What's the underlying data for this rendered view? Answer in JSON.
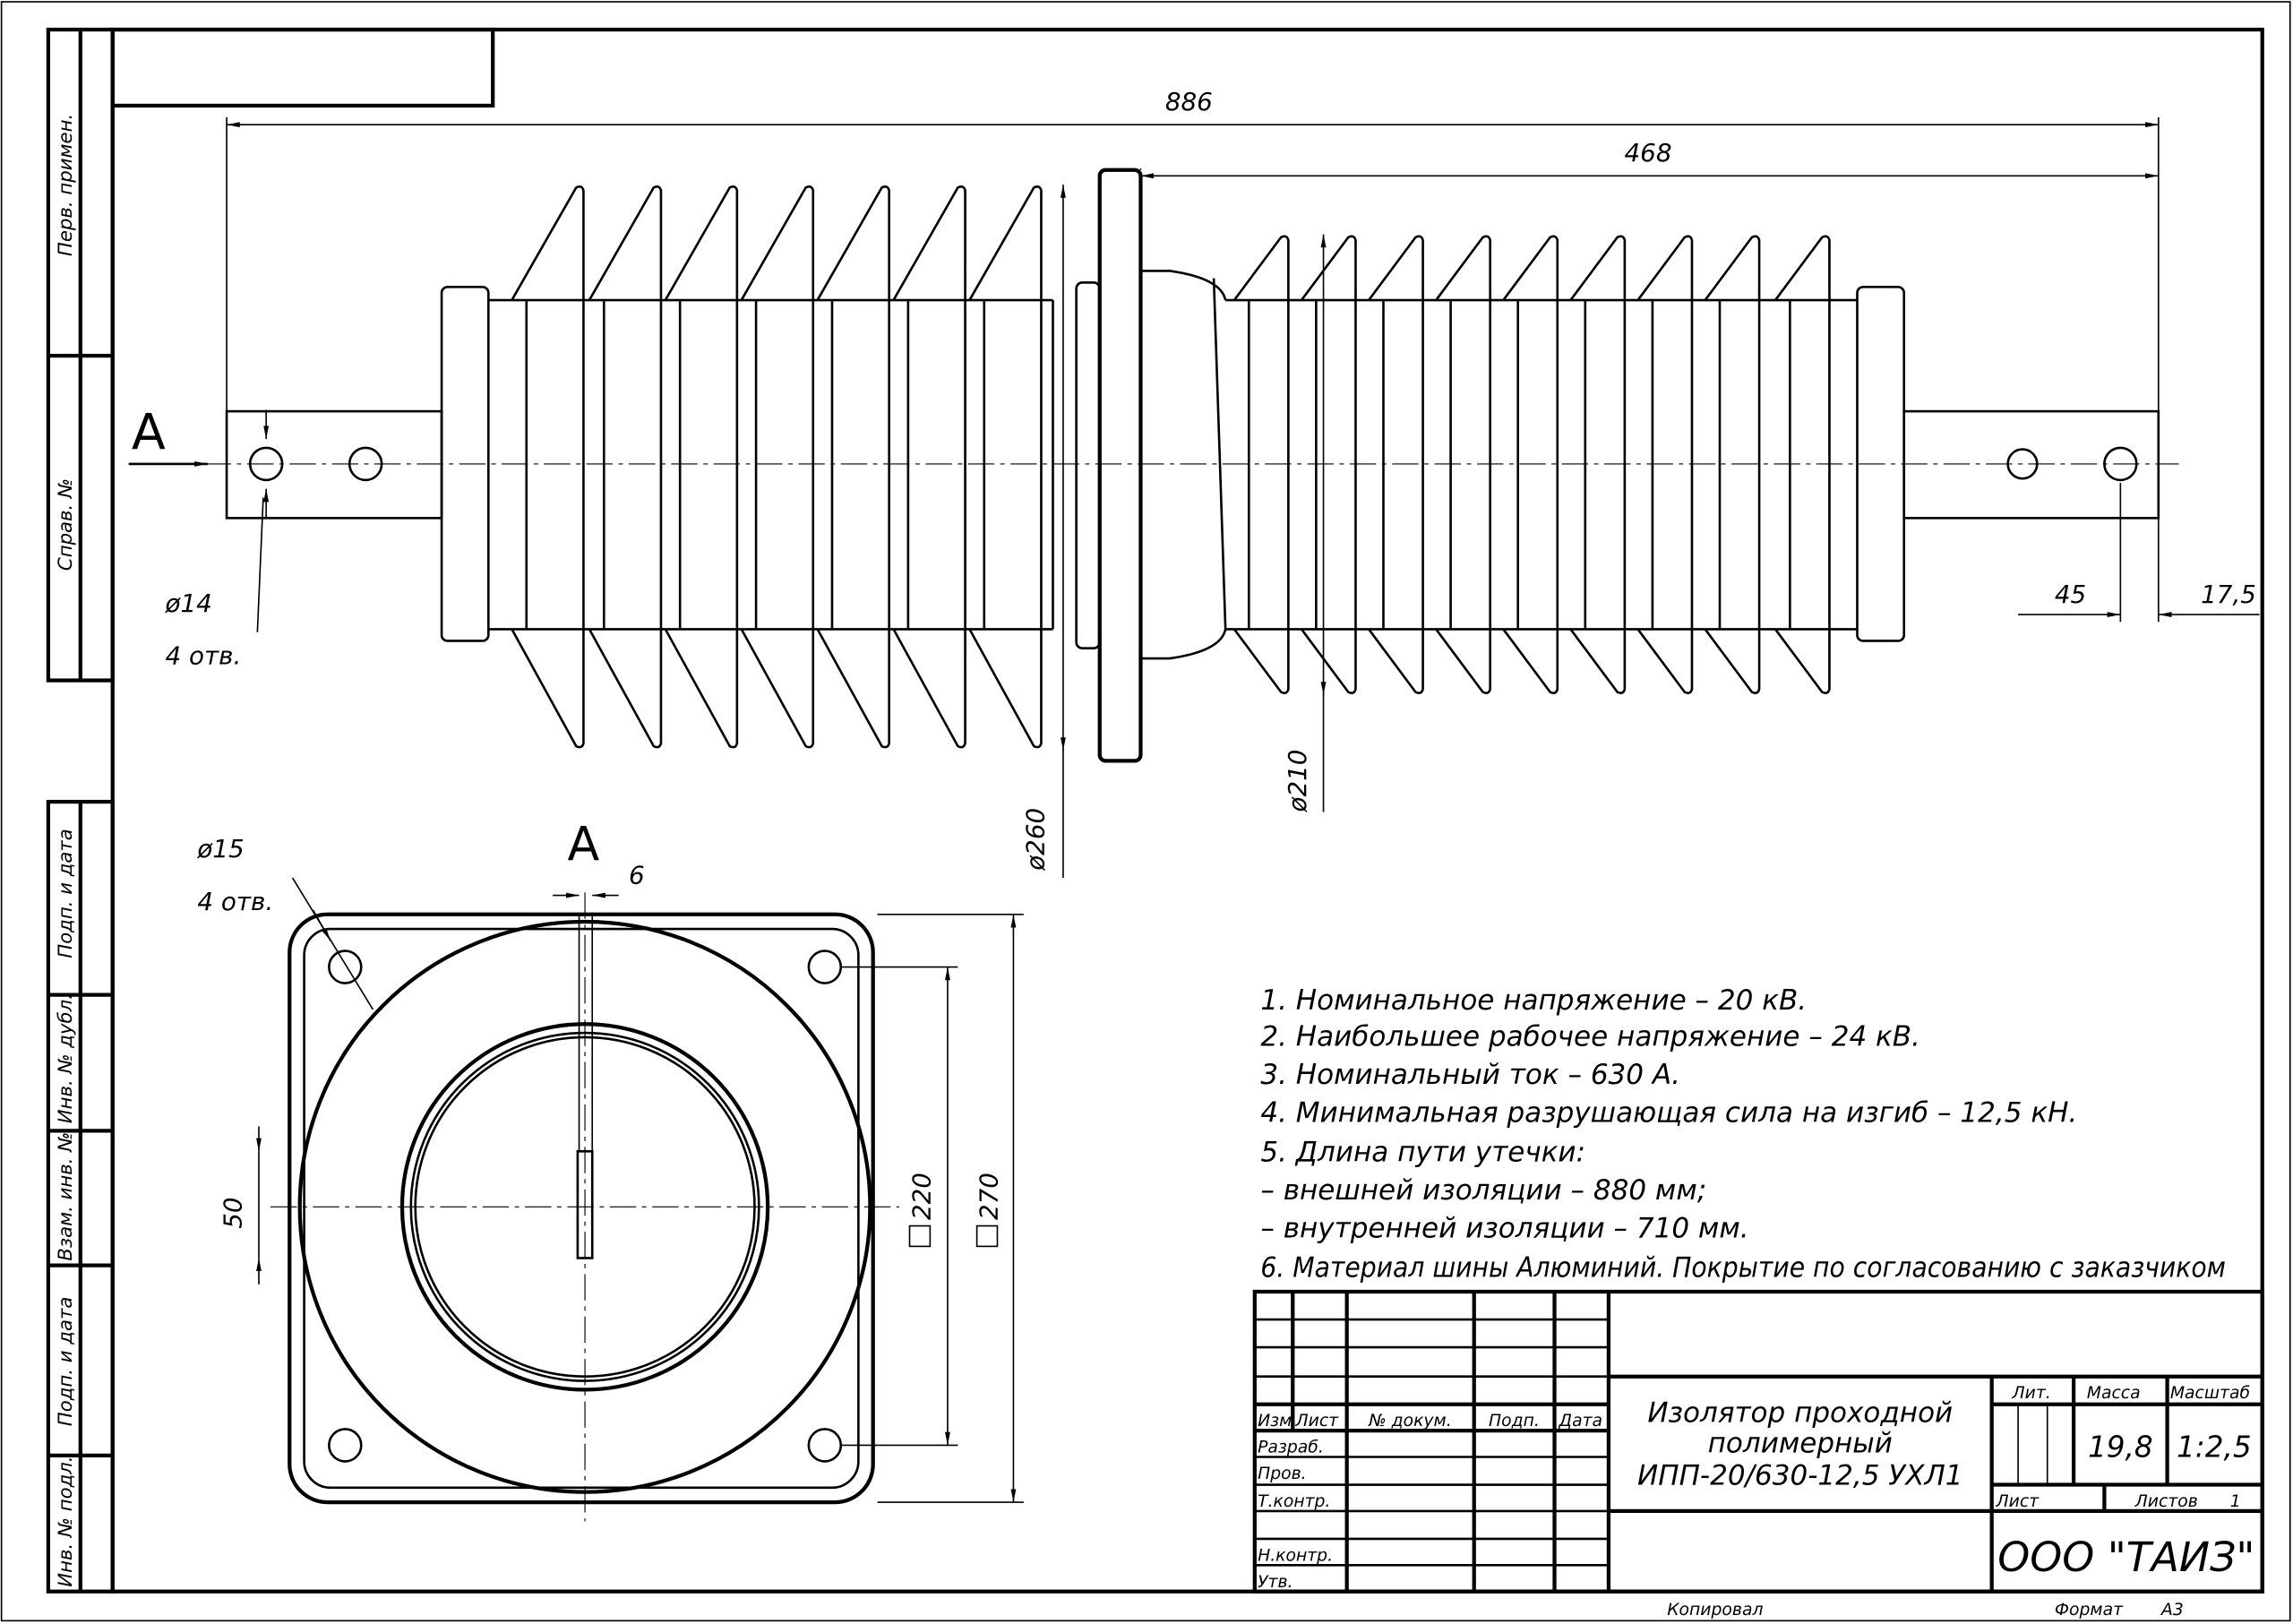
{
  "side_strip": {
    "top": [
      "Перв. примен.",
      "Справ. №"
    ],
    "bottom": [
      "Подп. и дата",
      "Инв. № дубл.",
      "Взам. инв. №",
      "Подп. и дата",
      "Инв. № подл."
    ]
  },
  "dimensions": {
    "overall_length": "886",
    "flange_to_end": "468",
    "shed_diameter_large": "ø260",
    "shed_diameter_small": "ø210",
    "hole_diameter": "ø14",
    "hole_count": "4 отв.",
    "bus_dim_1": "45",
    "bus_dim_2": "17,5",
    "view_label": "A",
    "view_arrow_label": "A",
    "flange_hole_diameter": "ø15",
    "flange_hole_count": "4 отв.",
    "slot_width": "6",
    "slot_length": "50",
    "hole_spacing": "220",
    "flange_size": "270"
  },
  "notes": [
    "1. Номинальное напряжение – 20 кВ.",
    "2. Наибольшее рабочее напряжение – 24 кВ.",
    "3. Номинальный ток – 630 А.",
    "4. Минимальная разрушающая сила на изгиб – 12,5 кН.",
    "5.  Длина пути утечки:",
    "– внешней изоляции – 880 мм;",
    "– внутренней изоляции – 710 мм.",
    "6. Материал шины Алюминий. Покрытие по согласованию с заказчиком"
  ],
  "title_block": {
    "headers": [
      "Изм.",
      "Лист",
      "№ докум.",
      "Подп.",
      "Дата"
    ],
    "roles": [
      "Разраб.",
      "Пров.",
      "Т.контр.",
      "Н.контр.",
      "Утв."
    ],
    "title_lines": [
      "Изолятор проходной",
      "полимерный",
      "ИПП-20/630-12,5 УХЛ1"
    ],
    "lit_label": "Лит.",
    "mass_label": "Масса",
    "scale_label": "Масштаб",
    "mass": "19,8",
    "scale": "1:2,5",
    "sheet_label": "Лист",
    "sheets_label": "Листов",
    "sheets": "1",
    "company": "ООО \"ТАИЗ\""
  },
  "footer": {
    "copied": "Копировал",
    "format_label": "Формат",
    "format": "А3"
  }
}
